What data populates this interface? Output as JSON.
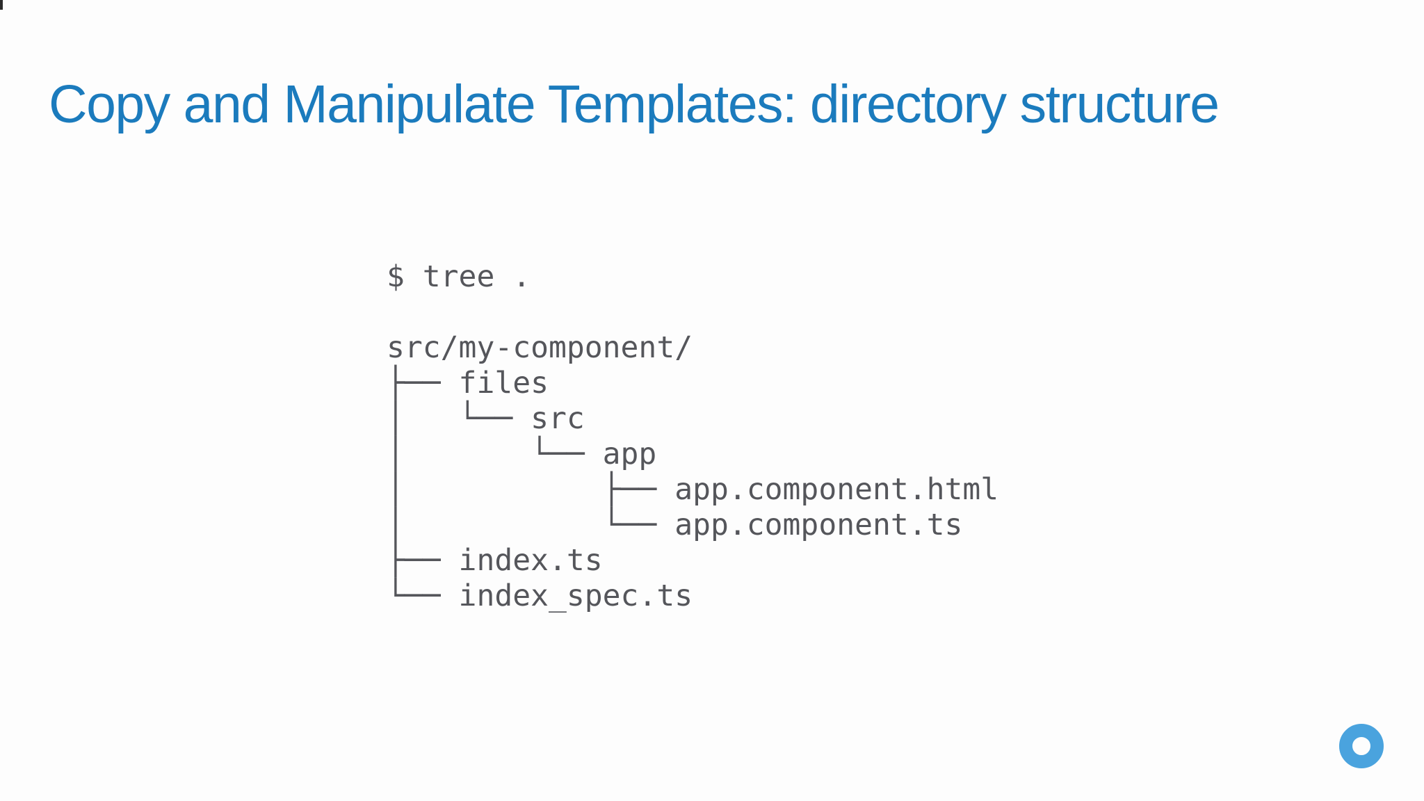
{
  "slide": {
    "title": "Copy and Manipulate Templates: directory structure",
    "title_color": "#1b7bbd",
    "background_color": "#fdfdfd"
  },
  "terminal": {
    "text_color": "#55565b",
    "lines": [
      "$ tree .",
      "",
      "src/my-component/",
      "├── files",
      "│   └── src",
      "│       └── app",
      "│           ├── app.component.html",
      "│           └── app.component.ts",
      "├── index.ts",
      "└── index_spec.ts"
    ]
  },
  "logo": {
    "icon": "ring-logo",
    "color": "#4aa3de"
  }
}
